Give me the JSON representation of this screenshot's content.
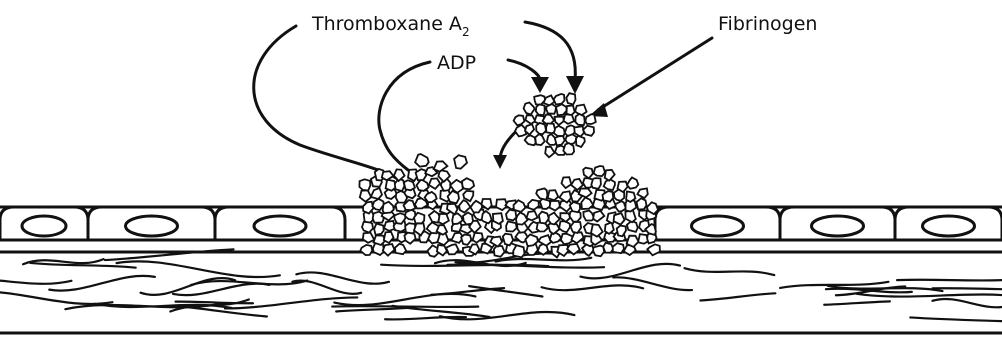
{
  "labels": {
    "thromboxane": "Thromboxane A",
    "thromboxane_subscript": "2",
    "adp": "ADP",
    "fibrinogen": "Fibrinogen"
  },
  "colors": {
    "ink": "#111111",
    "background": "#ffffff"
  }
}
